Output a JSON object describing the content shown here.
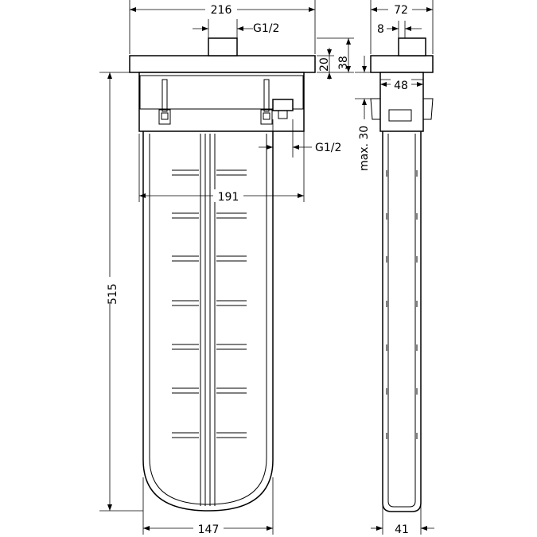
{
  "dimensions": {
    "front_width": "216",
    "top_connection": "G1/2",
    "front_plate_thickness": "20",
    "front_plate_height": "38",
    "front_height": "515",
    "side_connection": "G1/2",
    "inner_width": "191",
    "bottom_width": "147",
    "side_width": "72",
    "side_connection_width": "8",
    "side_body_width": "48",
    "side_max_depth": "max. 30",
    "side_bottom_width": "41"
  }
}
